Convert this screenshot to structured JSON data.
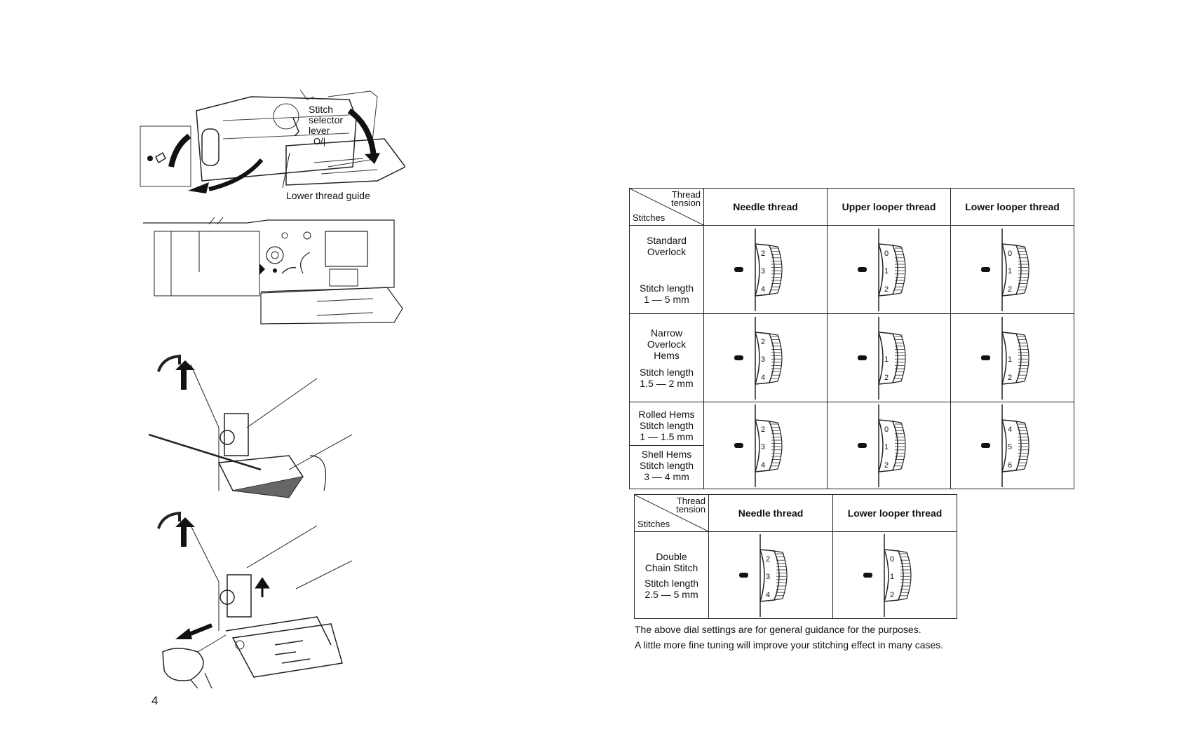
{
  "figure_labels": {
    "stitch_selector": [
      "Stitch",
      "selector",
      "lever"
    ],
    "lever_position": "O/|",
    "lower_thread_guide": "Lower thread guide"
  },
  "page_number": "4",
  "table1": {
    "corner_top": [
      "Thread",
      "tension"
    ],
    "corner_bottom": "Stitches",
    "headers": [
      "Needle thread",
      "Upper looper thread",
      "Lower looper thread"
    ],
    "rows": [
      {
        "name": [
          "Standard",
          "Overlock"
        ],
        "length_label": "Stitch length",
        "length_value": "1 — 5 mm",
        "dials": [
          [
            "2",
            "3",
            "4"
          ],
          [
            "0",
            "1",
            "2"
          ],
          [
            "0",
            "1",
            "2"
          ]
        ]
      },
      {
        "name": [
          "Narrow",
          "Overlock",
          "Hems"
        ],
        "length_label": "Stitch length",
        "length_value": "1.5 — 2 mm",
        "dials": [
          [
            "2",
            "3",
            "4"
          ],
          [
            "",
            "1",
            "2"
          ],
          [
            "",
            "1",
            "2"
          ]
        ]
      },
      {
        "name": [
          "Rolled Hems"
        ],
        "length_label": "Stitch length",
        "length_value": "1 — 1.5 mm",
        "name2": [
          "Shell Hems"
        ],
        "length_label2": "Stitch length",
        "length_value2": "3 — 4 mm",
        "dials": [
          [
            "2",
            "3",
            "4"
          ],
          [
            "0",
            "1",
            "2"
          ],
          [
            "4",
            "5",
            "6"
          ]
        ]
      }
    ]
  },
  "table2": {
    "corner_top": [
      "Thread",
      "tension"
    ],
    "corner_bottom": "Stitches",
    "headers": [
      "Needle thread",
      "Lower looper thread"
    ],
    "rows": [
      {
        "name": [
          "Double",
          "Chain Stitch"
        ],
        "length_label": "Stitch length",
        "length_value": "2.5 — 5 mm",
        "dials": [
          [
            "2",
            "3",
            "4"
          ],
          [
            "0",
            "1",
            "2"
          ]
        ]
      }
    ]
  },
  "notes": [
    "The above dial settings are for general guidance for the purposes.",
    "A little more fine tuning will improve your stitching effect in many cases."
  ]
}
